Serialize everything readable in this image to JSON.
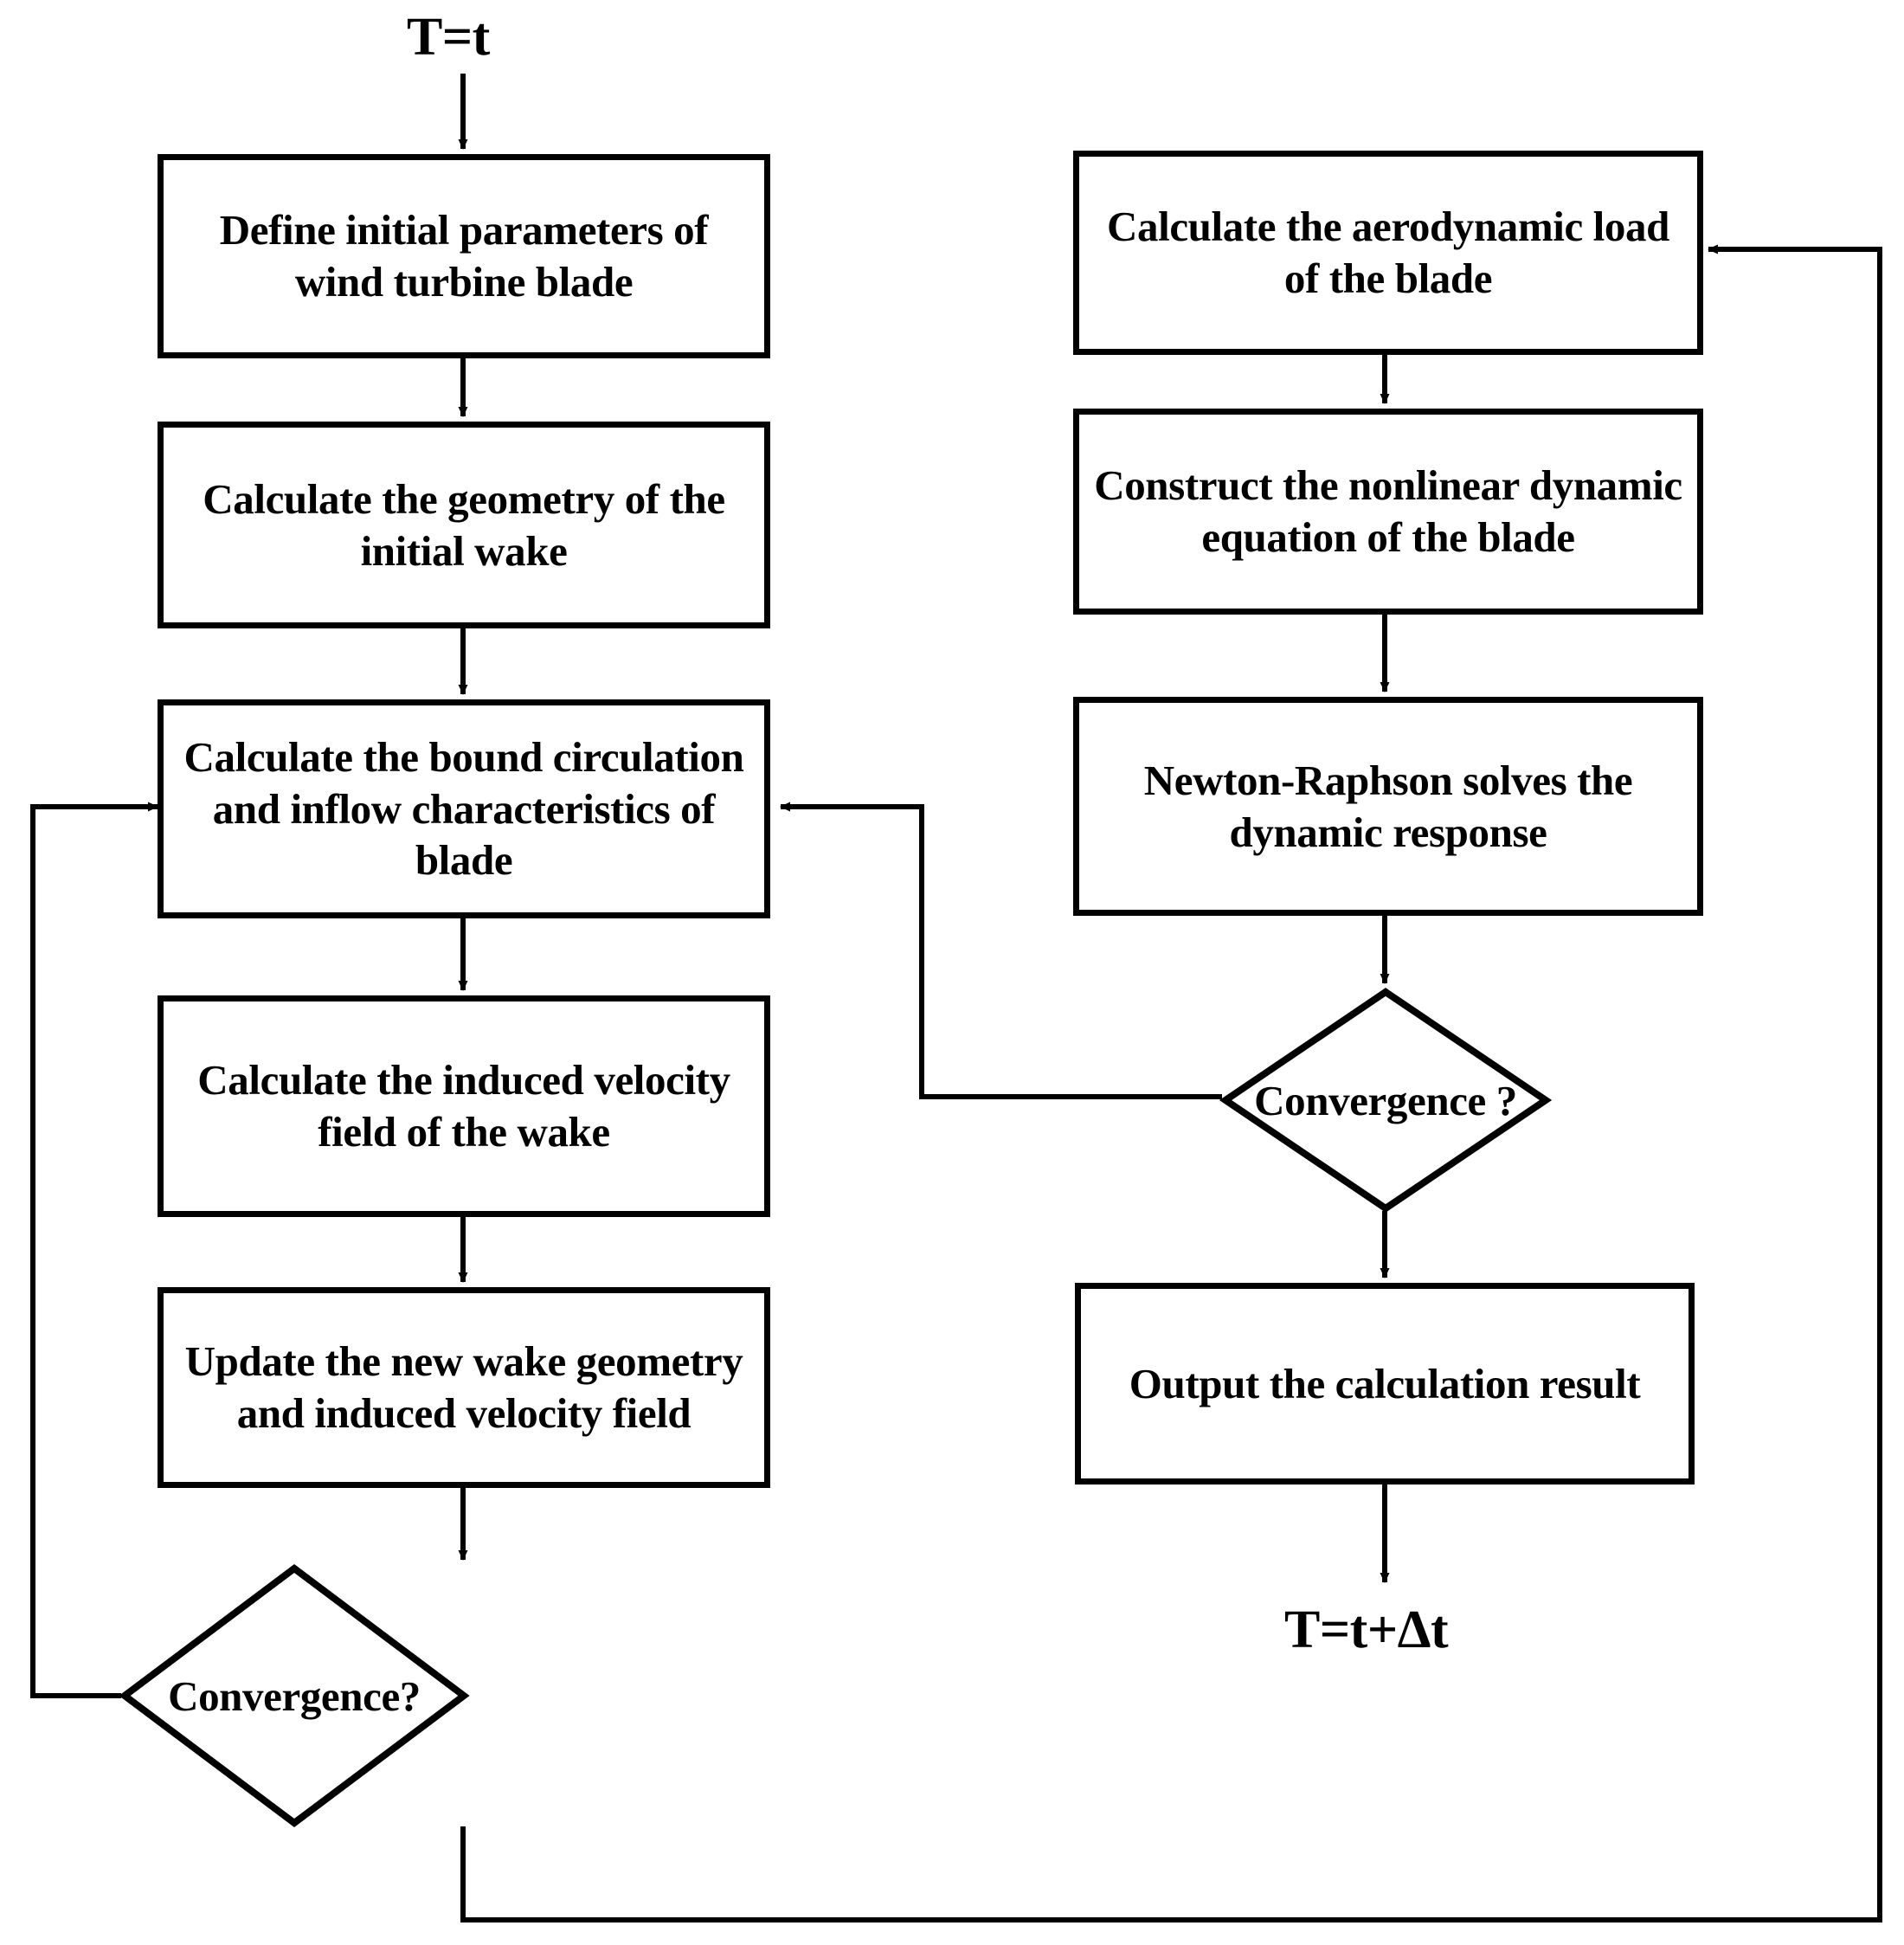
{
  "diagram": {
    "title_label_start": "T=t",
    "title_label_end": "T=t+Δt",
    "left_column": {
      "node_1": "Define initial parameters of wind turbine blade",
      "node_2": "Calculate the geometry of the initial wake",
      "node_3": "Calculate the bound circulation and inflow characteristics of blade",
      "node_4": "Calculate the induced velocity field of the wake",
      "node_5": "Update the new wake geometry and induced velocity field",
      "decision_1": "Convergence?"
    },
    "right_column": {
      "node_6": "Calculate the aerodynamic load of the blade",
      "node_7": "Construct the nonlinear dynamic equation of the blade",
      "node_8": "Newton-Raphson solves the dynamic response",
      "decision_2": "Convergence ?",
      "node_9": "Output the calculation result"
    },
    "colors": {
      "stroke": "#000000",
      "fill": "#ffffff",
      "text": "#000000"
    }
  }
}
